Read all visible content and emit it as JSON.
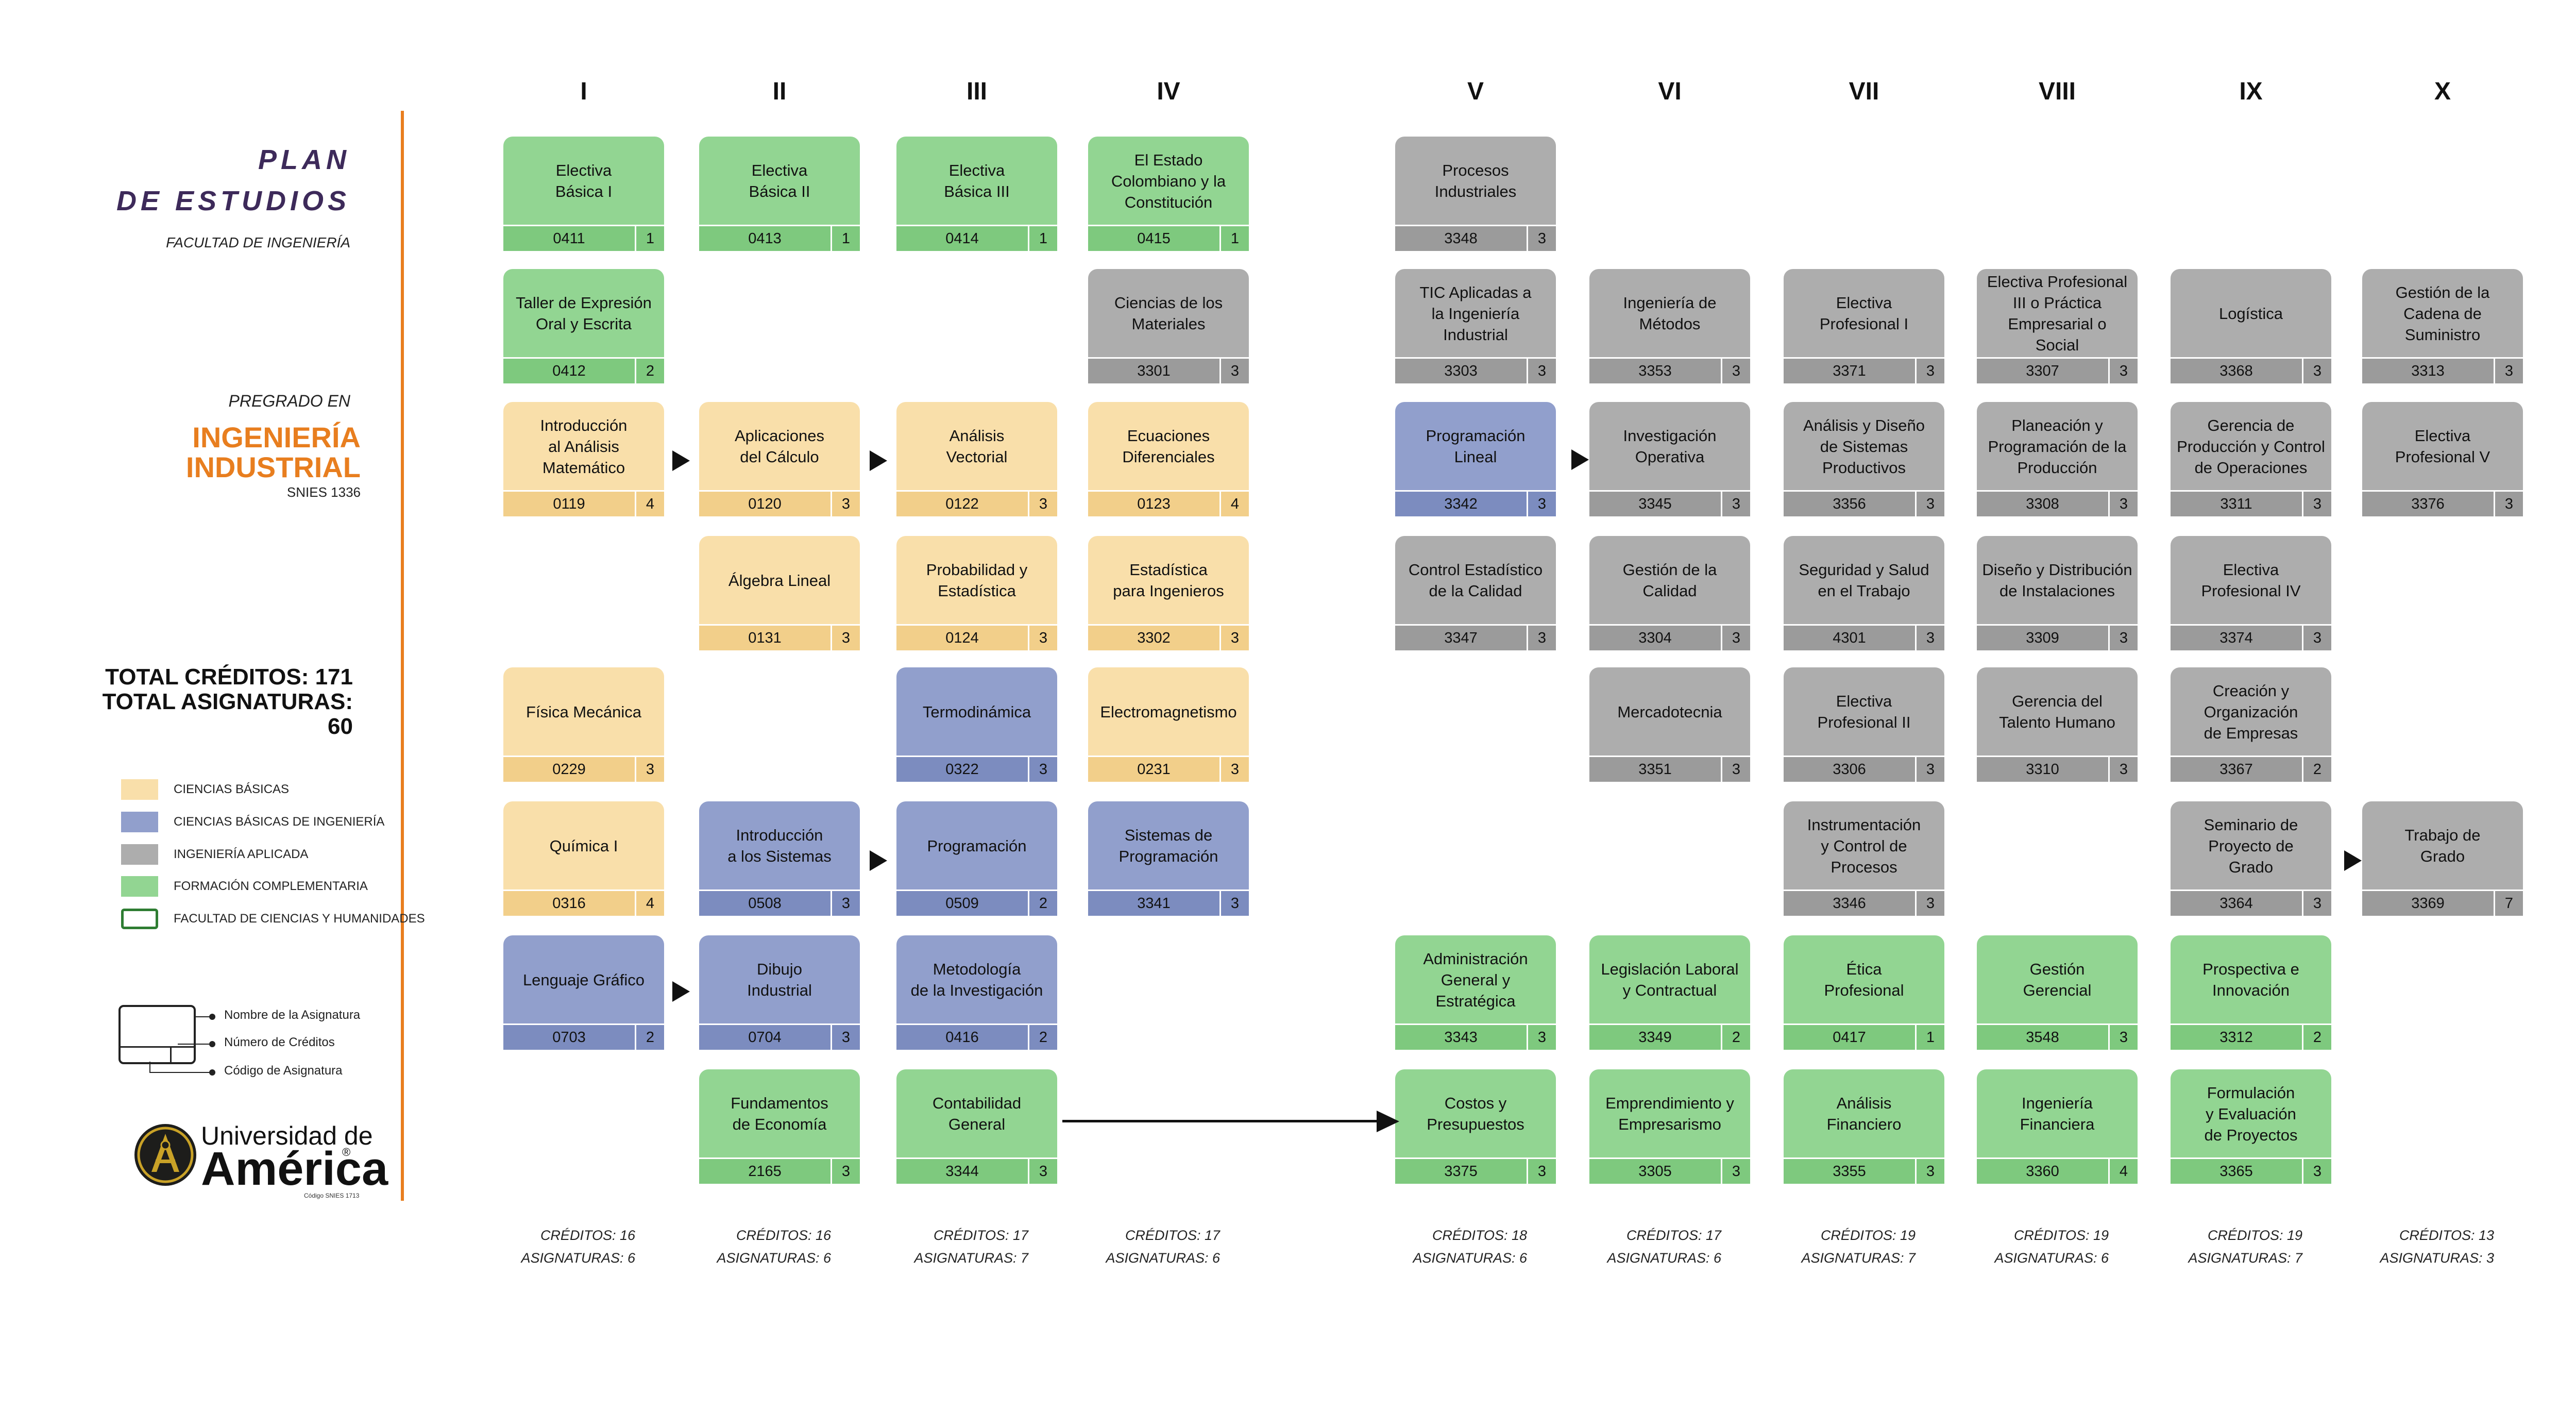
{
  "colors": {
    "basicas": "#f9dfaa",
    "basicas_ing": "#919fcc",
    "aplicada": "#adadad",
    "complementaria": "#92d592",
    "humanidades_border": "#2e7d32",
    "accent": "#e87e1f",
    "title": "#3d2a5a"
  },
  "header": {
    "title_line1": "PLAN",
    "title_line2": "DE ESTUDIOS",
    "faculty": "FACULTAD DE INGENIERÍA",
    "pregrado": "PREGRADO EN",
    "program_line1": "INGENIERÍA",
    "program_line2": "INDUSTRIAL",
    "snies": "SNIES 1336"
  },
  "totals": {
    "creditos": "TOTAL CRÉDITOS: 171",
    "asignaturas": "TOTAL ASIGNATURAS: 60"
  },
  "legend": [
    {
      "label": "CIENCIAS BÁSICAS",
      "color": "#f9dfaa",
      "outline": false
    },
    {
      "label": "CIENCIAS BÁSICAS DE INGENIERÍA",
      "color": "#919fcc",
      "outline": false
    },
    {
      "label": "INGENIERÍA APLICADA",
      "color": "#adadad",
      "outline": false
    },
    {
      "label": "FORMACIÓN COMPLEMENTARIA",
      "color": "#92d592",
      "outline": false
    },
    {
      "label": "FACULTAD DE CIENCIAS Y HUMANIDADES",
      "color": "#ffffff",
      "outline": true
    }
  ],
  "key": {
    "name": "Nombre de la Asignatura",
    "credits": "Número de Créditos",
    "code": "Código de Asignatura"
  },
  "logo": {
    "line1": "Universidad de",
    "line2": "América",
    "reg": "®",
    "small": "Código SNIES 1713"
  },
  "semesters": [
    {
      "label": "I",
      "creditos": "CRÉDITOS: 16",
      "asignaturas": "ASIGNATURAS: 6"
    },
    {
      "label": "II",
      "creditos": "CRÉDITOS: 16",
      "asignaturas": "ASIGNATURAS: 6"
    },
    {
      "label": "III",
      "creditos": "CRÉDITOS: 17",
      "asignaturas": "ASIGNATURAS: 7"
    },
    {
      "label": "IV",
      "creditos": "CRÉDITOS: 17",
      "asignaturas": "ASIGNATURAS: 6"
    },
    {
      "label": "V",
      "creditos": "CRÉDITOS: 18",
      "asignaturas": "ASIGNATURAS: 6"
    },
    {
      "label": "VI",
      "creditos": "CRÉDITOS: 17",
      "asignaturas": "ASIGNATURAS: 6"
    },
    {
      "label": "VII",
      "creditos": "CRÉDITOS: 19",
      "asignaturas": "ASIGNATURAS: 7"
    },
    {
      "label": "VIII",
      "creditos": "CRÉDITOS: 19",
      "asignaturas": "ASIGNATURAS: 6"
    },
    {
      "label": "IX",
      "creditos": "CRÉDITOS: 19",
      "asignaturas": "ASIGNATURAS: 7"
    },
    {
      "label": "X",
      "creditos": "CRÉDITOS: 13",
      "asignaturas": "ASIGNATURAS: 3"
    }
  ],
  "courses": [
    {
      "sem": 0,
      "row": 0,
      "name": "Electiva\nBásica I",
      "code": "0411",
      "cred": "1",
      "cat": "complementaria"
    },
    {
      "sem": 0,
      "row": 1,
      "name": "Taller de Expresión\nOral y  Escrita",
      "code": "0412",
      "cred": "2",
      "cat": "complementaria"
    },
    {
      "sem": 0,
      "row": 2,
      "name": "Introducción\nal Análisis\nMatemático",
      "code": "0119",
      "cred": "4",
      "cat": "basicas"
    },
    {
      "sem": 0,
      "row": 4,
      "name": "Física Mecánica",
      "code": "0229",
      "cred": "3",
      "cat": "basicas"
    },
    {
      "sem": 0,
      "row": 5,
      "name": "Química I",
      "code": "0316",
      "cred": "4",
      "cat": "basicas"
    },
    {
      "sem": 0,
      "row": 6,
      "name": "Lenguaje Gráfico",
      "code": "0703",
      "cred": "2",
      "cat": "basicas_ing"
    },
    {
      "sem": 1,
      "row": 0,
      "name": "Electiva\nBásica II",
      "code": "0413",
      "cred": "1",
      "cat": "complementaria"
    },
    {
      "sem": 1,
      "row": 2,
      "name": "Aplicaciones\ndel Cálculo",
      "code": "0120",
      "cred": "3",
      "cat": "basicas"
    },
    {
      "sem": 1,
      "row": 3,
      "name": "Álgebra Lineal",
      "code": "0131",
      "cred": "3",
      "cat": "basicas"
    },
    {
      "sem": 1,
      "row": 5,
      "name": "Introducción\na los Sistemas",
      "code": "0508",
      "cred": "3",
      "cat": "basicas_ing"
    },
    {
      "sem": 1,
      "row": 6,
      "name": "Dibujo\nIndustrial",
      "code": "0704",
      "cred": "3",
      "cat": "basicas_ing"
    },
    {
      "sem": 1,
      "row": 7,
      "name": "Fundamentos\nde Economía",
      "code": "2165",
      "cred": "3",
      "cat": "complementaria"
    },
    {
      "sem": 2,
      "row": 0,
      "name": "Electiva\nBásica III",
      "code": "0414",
      "cred": "1",
      "cat": "complementaria"
    },
    {
      "sem": 2,
      "row": 2,
      "name": "Análisis\nVectorial",
      "code": "0122",
      "cred": "3",
      "cat": "basicas"
    },
    {
      "sem": 2,
      "row": 3,
      "name": "Probabilidad y\nEstadística",
      "code": "0124",
      "cred": "3",
      "cat": "basicas"
    },
    {
      "sem": 2,
      "row": 4,
      "name": "Termodinámica",
      "code": "0322",
      "cred": "3",
      "cat": "basicas_ing"
    },
    {
      "sem": 2,
      "row": 5,
      "name": "Programación",
      "code": "0509",
      "cred": "2",
      "cat": "basicas_ing"
    },
    {
      "sem": 2,
      "row": 6,
      "name": "Metodología\nde la Investigación",
      "code": "0416",
      "cred": "2",
      "cat": "basicas_ing"
    },
    {
      "sem": 2,
      "row": 7,
      "name": "Contabilidad\nGeneral",
      "code": "3344",
      "cred": "3",
      "cat": "complementaria"
    },
    {
      "sem": 3,
      "row": 0,
      "name": "El Estado\nColombiano y la\nConstitución",
      "code": "0415",
      "cred": "1",
      "cat": "complementaria"
    },
    {
      "sem": 3,
      "row": 1,
      "name": "Ciencias de los\nMateriales",
      "code": "3301",
      "cred": "3",
      "cat": "aplicada"
    },
    {
      "sem": 3,
      "row": 2,
      "name": "Ecuaciones\nDiferenciales",
      "code": "0123",
      "cred": "4",
      "cat": "basicas"
    },
    {
      "sem": 3,
      "row": 3,
      "name": "Estadística\npara Ingenieros",
      "code": "3302",
      "cred": "3",
      "cat": "basicas"
    },
    {
      "sem": 3,
      "row": 4,
      "name": "Electromagnetismo",
      "code": "0231",
      "cred": "3",
      "cat": "basicas"
    },
    {
      "sem": 3,
      "row": 5,
      "name": "Sistemas de\nProgramación",
      "code": "3341",
      "cred": "3",
      "cat": "basicas_ing"
    },
    {
      "sem": 4,
      "row": 0,
      "name": "Procesos\nIndustriales",
      "code": "3348",
      "cred": "3",
      "cat": "aplicada"
    },
    {
      "sem": 4,
      "row": 1,
      "name": "TIC Aplicadas a\nla Ingeniería\nIndustrial",
      "code": "3303",
      "cred": "3",
      "cat": "aplicada"
    },
    {
      "sem": 4,
      "row": 2,
      "name": "Programación\nLineal",
      "code": "3342",
      "cred": "3",
      "cat": "basicas_ing"
    },
    {
      "sem": 4,
      "row": 3,
      "name": "Control Estadístico\nde la Calidad",
      "code": "3347",
      "cred": "3",
      "cat": "aplicada"
    },
    {
      "sem": 4,
      "row": 6,
      "name": "Administración\nGeneral y\nEstratégica",
      "code": "3343",
      "cred": "3",
      "cat": "complementaria"
    },
    {
      "sem": 4,
      "row": 7,
      "name": "Costos y\nPresupuestos",
      "code": "3375",
      "cred": "3",
      "cat": "complementaria"
    },
    {
      "sem": 5,
      "row": 1,
      "name": "Ingeniería de\nMétodos",
      "code": "3353",
      "cred": "3",
      "cat": "aplicada"
    },
    {
      "sem": 5,
      "row": 2,
      "name": "Investigación\nOperativa",
      "code": "3345",
      "cred": "3",
      "cat": "aplicada"
    },
    {
      "sem": 5,
      "row": 3,
      "name": "Gestión de la\nCalidad",
      "code": "3304",
      "cred": "3",
      "cat": "aplicada"
    },
    {
      "sem": 5,
      "row": 4,
      "name": "Mercadotecnia",
      "code": "3351",
      "cred": "3",
      "cat": "aplicada"
    },
    {
      "sem": 5,
      "row": 6,
      "name": "Legislación Laboral\ny Contractual",
      "code": "3349",
      "cred": "2",
      "cat": "complementaria"
    },
    {
      "sem": 5,
      "row": 7,
      "name": "Emprendimiento y\nEmpresarismo",
      "code": "3305",
      "cred": "3",
      "cat": "complementaria"
    },
    {
      "sem": 6,
      "row": 1,
      "name": "Electiva\nProfesional I",
      "code": "3371",
      "cred": "3",
      "cat": "aplicada"
    },
    {
      "sem": 6,
      "row": 2,
      "name": "Análisis y Diseño\nde Sistemas\nProductivos",
      "code": "3356",
      "cred": "3",
      "cat": "aplicada"
    },
    {
      "sem": 6,
      "row": 3,
      "name": "Seguridad y Salud\nen el Trabajo",
      "code": "4301",
      "cred": "3",
      "cat": "aplicada"
    },
    {
      "sem": 6,
      "row": 4,
      "name": "Electiva\nProfesional II",
      "code": "3306",
      "cred": "3",
      "cat": "aplicada"
    },
    {
      "sem": 6,
      "row": 5,
      "name": "Instrumentación\ny Control de\nProcesos",
      "code": "3346",
      "cred": "3",
      "cat": "aplicada"
    },
    {
      "sem": 6,
      "row": 6,
      "name": "Ética\nProfesional",
      "code": "0417",
      "cred": "1",
      "cat": "complementaria"
    },
    {
      "sem": 6,
      "row": 7,
      "name": "Análisis\nFinanciero",
      "code": "3355",
      "cred": "3",
      "cat": "complementaria"
    },
    {
      "sem": 7,
      "row": 1,
      "name": "Electiva Profesional\nIII o Práctica\nEmpresarial  o\nSocial",
      "code": "3307",
      "cred": "3",
      "cat": "aplicada"
    },
    {
      "sem": 7,
      "row": 2,
      "name": "Planeación y\nProgramación de la\nProducción",
      "code": "3308",
      "cred": "3",
      "cat": "aplicada"
    },
    {
      "sem": 7,
      "row": 3,
      "name": "Diseño y Distribución\nde Instalaciones",
      "code": "3309",
      "cred": "3",
      "cat": "aplicada"
    },
    {
      "sem": 7,
      "row": 4,
      "name": "Gerencia del\nTalento Humano",
      "code": "3310",
      "cred": "3",
      "cat": "aplicada"
    },
    {
      "sem": 7,
      "row": 6,
      "name": "Gestión\nGerencial",
      "code": "3548",
      "cred": "3",
      "cat": "complementaria"
    },
    {
      "sem": 7,
      "row": 7,
      "name": "Ingeniería\nFinanciera",
      "code": "3360",
      "cred": "4",
      "cat": "complementaria"
    },
    {
      "sem": 8,
      "row": 1,
      "name": "Logística",
      "code": "3368",
      "cred": "3",
      "cat": "aplicada"
    },
    {
      "sem": 8,
      "row": 2,
      "name": "Gerencia de\nProducción y Control\nde Operaciones",
      "code": "3311",
      "cred": "3",
      "cat": "aplicada"
    },
    {
      "sem": 8,
      "row": 3,
      "name": "Electiva\nProfesional IV",
      "code": "3374",
      "cred": "3",
      "cat": "aplicada"
    },
    {
      "sem": 8,
      "row": 4,
      "name": "Creación y\nOrganización\nde Empresas",
      "code": "3367",
      "cred": "2",
      "cat": "aplicada"
    },
    {
      "sem": 8,
      "row": 5,
      "name": "Seminario de\nProyecto de\nGrado",
      "code": "3364",
      "cred": "3",
      "cat": "aplicada"
    },
    {
      "sem": 8,
      "row": 6,
      "name": "Prospectiva e\nInnovación",
      "code": "3312",
      "cred": "2",
      "cat": "complementaria"
    },
    {
      "sem": 8,
      "row": 7,
      "name": "Formulación\ny Evaluación\nde Proyectos",
      "code": "3365",
      "cred": "3",
      "cat": "complementaria"
    },
    {
      "sem": 9,
      "row": 1,
      "name": "Gestión de la\nCadena de\nSuministro",
      "code": "3313",
      "cred": "3",
      "cat": "aplicada"
    },
    {
      "sem": 9,
      "row": 2,
      "name": "Electiva\nProfesional V",
      "code": "3376",
      "cred": "3",
      "cat": "aplicada"
    },
    {
      "sem": 9,
      "row": 5,
      "name": "Trabajo de\nGrado",
      "code": "3369",
      "cred": "7",
      "cat": "aplicada"
    }
  ]
}
